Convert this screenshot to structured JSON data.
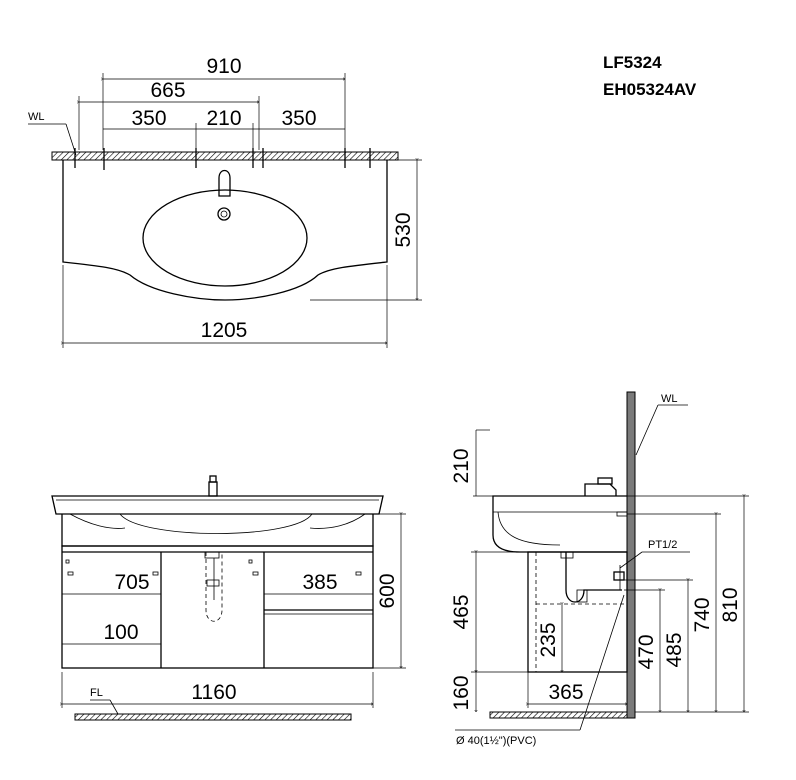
{
  "models": [
    "LF5324",
    "EH05324AV"
  ],
  "top_view": {
    "dims": {
      "overall_width": "1205",
      "height": "530",
      "span_910": "910",
      "span_665": "665",
      "seg_left": "350",
      "seg_mid": "210",
      "seg_right": "350"
    },
    "wall_label": "WL"
  },
  "front_view": {
    "dims": {
      "cabinet_width": "1160",
      "height": "600",
      "left_width": "705",
      "right_width": "385",
      "drawer_offset": "100"
    },
    "floor_label": "FL"
  },
  "side_view": {
    "dims": {
      "top_210": "210",
      "d465": "465",
      "d235": "235",
      "d160": "160",
      "d365": "365",
      "d470": "470",
      "d485": "485",
      "d740": "740",
      "d810": "810"
    },
    "wall_label": "WL",
    "pt_label": "PT1/2",
    "pipe_label": "Ø  40(1½\")(PVC)"
  }
}
